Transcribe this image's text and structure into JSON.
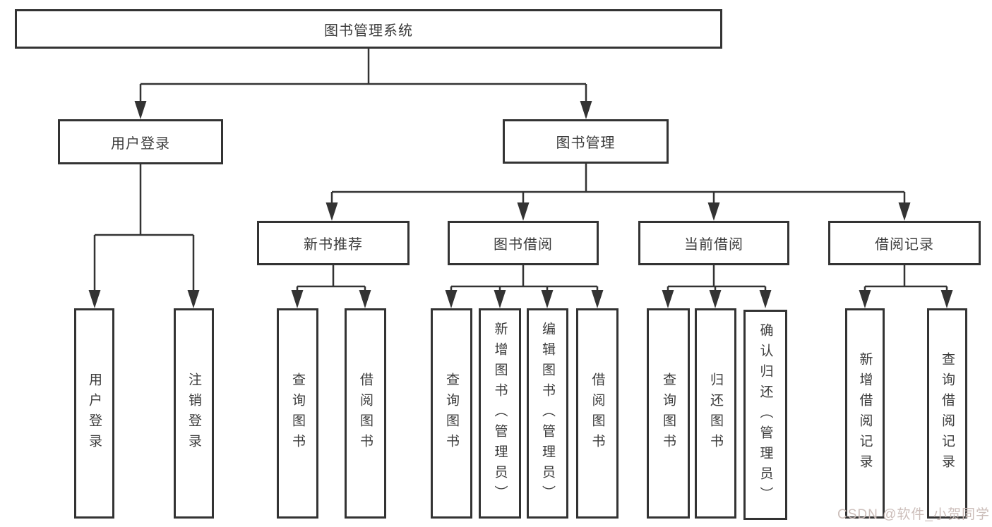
{
  "diagram": {
    "root": {
      "label": "图书管理系统"
    },
    "branches": [
      {
        "label": "用户登录",
        "children": [
          {
            "label": "用户登录"
          },
          {
            "label": "注销登录"
          }
        ]
      },
      {
        "label": "图书管理",
        "children": [
          {
            "label": "新书推荐",
            "children": [
              {
                "label": "查询图书"
              },
              {
                "label": "借阅图书"
              }
            ]
          },
          {
            "label": "图书借阅",
            "children": [
              {
                "label": "查询图书"
              },
              {
                "label": "新增图书（管理员）"
              },
              {
                "label": "编辑图书（管理员）"
              },
              {
                "label": "借阅图书"
              }
            ]
          },
          {
            "label": "当前借阅",
            "children": [
              {
                "label": "查询图书"
              },
              {
                "label": "归还图书"
              },
              {
                "label": "确认归还（管理员）"
              }
            ]
          },
          {
            "label": "借阅记录",
            "children": [
              {
                "label": "新增借阅记录"
              },
              {
                "label": "查询借阅记录"
              }
            ]
          }
        ]
      }
    ]
  },
  "watermark": {
    "text": "CSDN @软件_小贺同学"
  },
  "colors": {
    "line": "#333333",
    "text": "#3c3c3c",
    "background": "#ffffff",
    "watermark": "#c9bab6"
  }
}
